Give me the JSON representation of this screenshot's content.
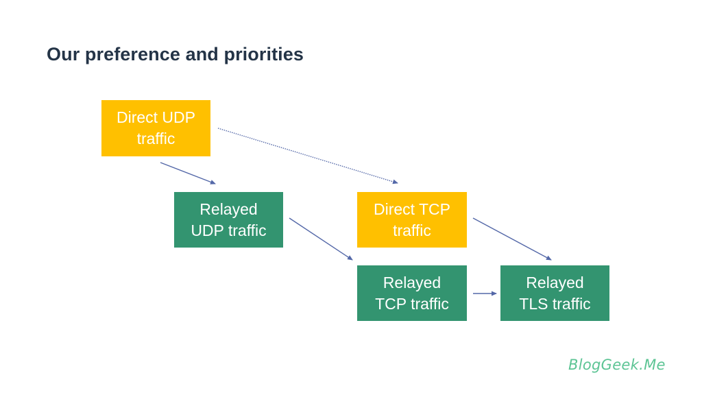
{
  "title": "Our preference and priorities",
  "nodes": [
    {
      "id": "direct-udp",
      "label": "Direct UDP\ntraffic",
      "color": "#FFC000",
      "kind": "direct"
    },
    {
      "id": "relayed-udp",
      "label": "Relayed\nUDP traffic",
      "color": "#339470",
      "kind": "relayed"
    },
    {
      "id": "direct-tcp",
      "label": "Direct TCP\ntraffic",
      "color": "#FFC000",
      "kind": "direct"
    },
    {
      "id": "relayed-tcp",
      "label": "Relayed\nTCP traffic",
      "color": "#339470",
      "kind": "relayed"
    },
    {
      "id": "relayed-tls",
      "label": "Relayed\nTLS traffic",
      "color": "#339470",
      "kind": "relayed"
    }
  ],
  "edges": [
    {
      "from": "direct-udp",
      "to": "relayed-udp",
      "style": "solid"
    },
    {
      "from": "direct-udp",
      "to": "direct-tcp",
      "style": "dotted"
    },
    {
      "from": "relayed-udp",
      "to": "relayed-tcp",
      "style": "solid"
    },
    {
      "from": "direct-tcp",
      "to": "relayed-tls",
      "style": "solid"
    },
    {
      "from": "relayed-tcp",
      "to": "relayed-tls",
      "style": "solid"
    }
  ],
  "arrow_color": "#5468a8",
  "logo": "BlogGeek.Me"
}
